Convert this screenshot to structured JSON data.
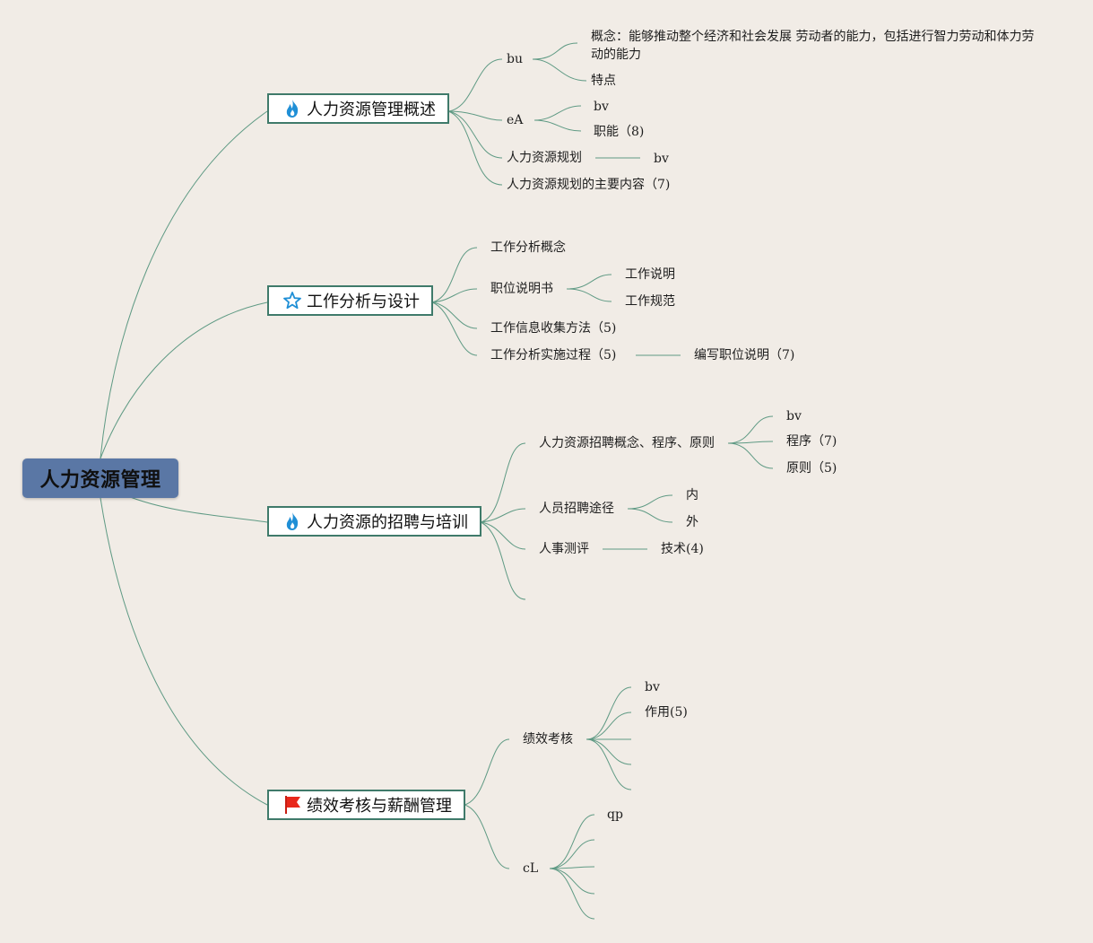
{
  "root": "人力资源管理",
  "topics": [
    {
      "label": "人力资源管理概述",
      "icon": "fire-icon",
      "items": [
        {
          "label": "bu",
          "children": [
            "概念：能够推动整个经济和社会发展 劳动者的能力，包括进行智力劳动和体力劳动的能力",
            "特点"
          ]
        },
        {
          "label": "eA",
          "children": [
            "bv",
            "职能（8)"
          ]
        },
        {
          "label": "人力资源规划",
          "children": [
            "bv"
          ]
        },
        {
          "label": "人力资源规划的主要内容（7)"
        }
      ]
    },
    {
      "label": "工作分析与设计",
      "icon": "star-icon",
      "items": [
        {
          "label": "工作分析概念"
        },
        {
          "label": "职位说明书",
          "children": [
            "工作说明",
            "工作规范"
          ]
        },
        {
          "label": "工作信息收集方法（5)"
        },
        {
          "label": "工作分析实施过程（5)",
          "children": [
            "编写职位说明（7)"
          ]
        }
      ]
    },
    {
      "label": "人力资源的招聘与培训",
      "icon": "fire-icon",
      "items": [
        {
          "label": "人力资源招聘概念、程序、原则",
          "children": [
            "bv",
            "程序（7)",
            "原则（5)"
          ]
        },
        {
          "label": "人员招聘途径",
          "children": [
            "内",
            "外"
          ]
        },
        {
          "label": "人事测评",
          "children": [
            "技术(4)"
          ]
        }
      ]
    },
    {
      "label": "绩效考核与薪酬管理",
      "icon": "flag-icon",
      "items": [
        {
          "label": "绩效考核",
          "children": [
            "bv",
            "作用(5)"
          ]
        },
        {
          "label": "cL",
          "children": [
            "qp"
          ]
        }
      ]
    }
  ],
  "colors": {
    "background": "#f1ece6",
    "root_fill": "#5a77a5",
    "topic_border": "#3f7a6a",
    "link": "#5f9a84",
    "fire": "#1f8fd6",
    "star": "#1f8fd6",
    "flag": "#e8281b"
  }
}
